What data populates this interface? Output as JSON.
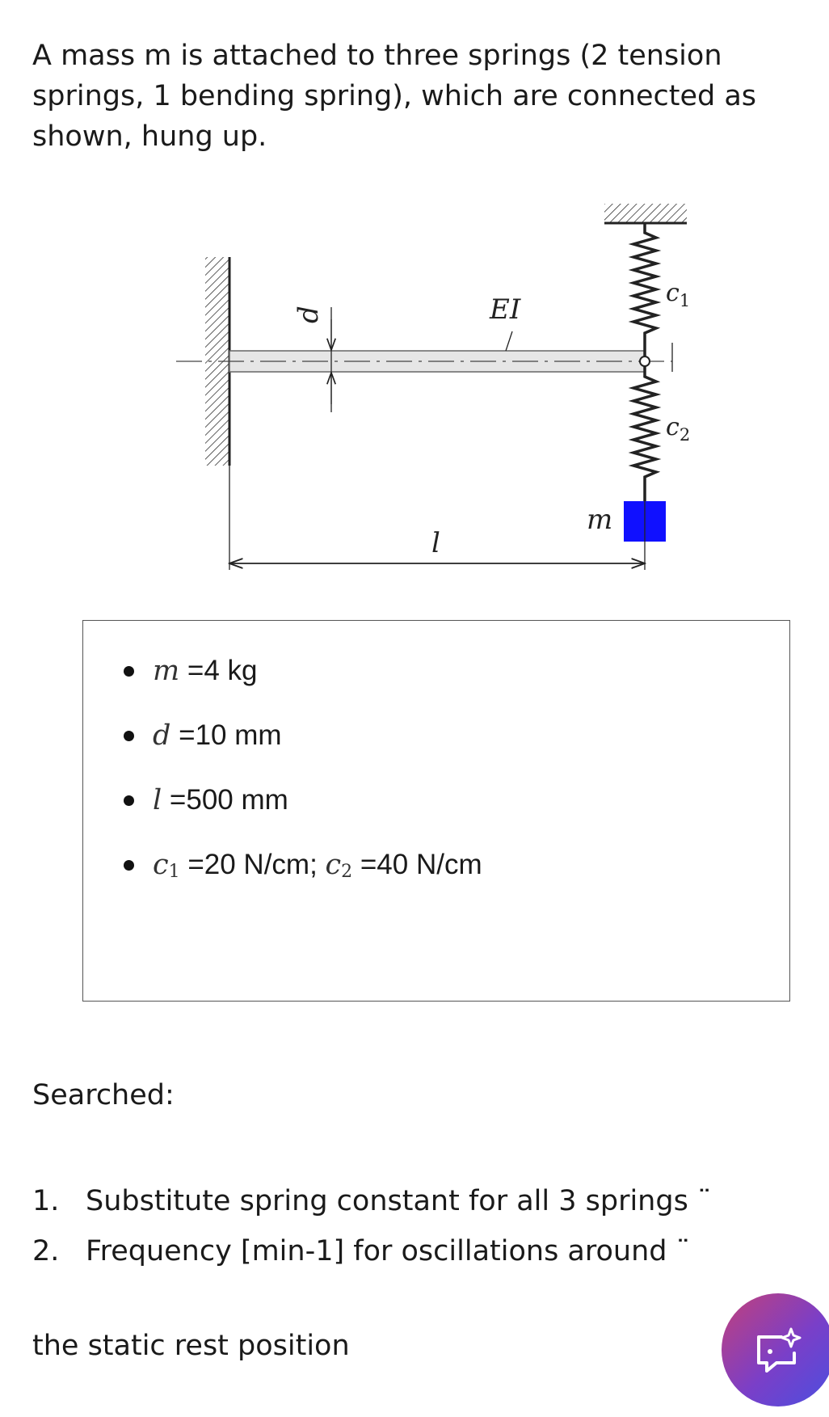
{
  "intro": "A mass m is attached to three springs (2 tension springs, 1 bending spring), which are connected as shown, hung up.",
  "diagram": {
    "labels": {
      "ei": "EI",
      "d": "d",
      "l": "l",
      "m": "m",
      "c1_base": "c",
      "c1_sub": "1",
      "c2_base": "c",
      "c2_sub": "2"
    },
    "colors": {
      "mass": "#1010ff",
      "line": "#222222",
      "beam_fill": "#e6e6e6"
    }
  },
  "given": [
    {
      "symbol": "m",
      "sym_sub": "",
      "text": " =4 kg"
    },
    {
      "symbol": "d",
      "sym_sub": "",
      "text": " =10 mm"
    },
    {
      "symbol": "l",
      "sym_sub": "",
      "text": " =500 mm"
    },
    {
      "symbol": "c",
      "sym_sub": "1",
      "text": " =20 N/cm; ",
      "symbol2": "c",
      "sym2_sub": "2",
      "text2": " =40 N/cm"
    }
  ],
  "searched_label": "Searched:",
  "tasks": [
    {
      "num": "1.",
      "text": "Substitute spring constant for all 3 springs ¨"
    },
    {
      "num": "2.",
      "text": "Frequency [min-1] for oscillations around ¨"
    }
  ],
  "trailer": "the static rest position",
  "fab": {
    "icon": "chat-sparkle-icon",
    "gradient": [
      "#c2407a",
      "#7a3fc8",
      "#4a4fe0"
    ]
  }
}
